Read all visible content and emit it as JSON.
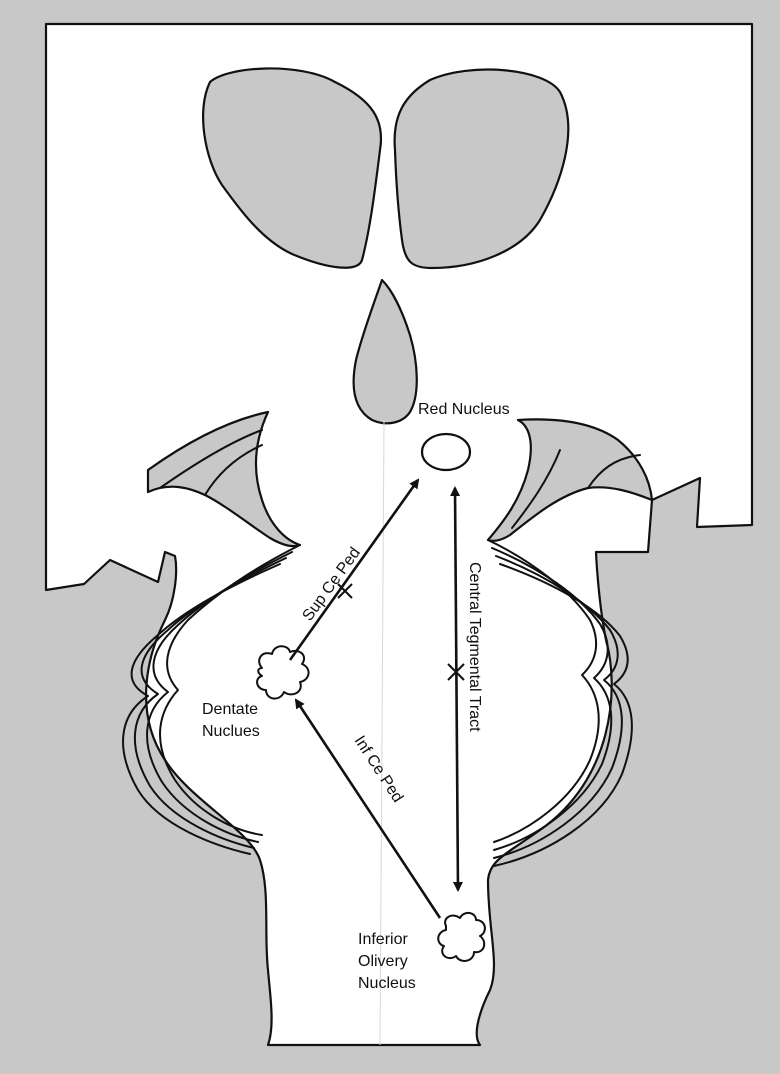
{
  "labels": {
    "red_nucleus": "Red Nucleus",
    "dentate_line1": "Dentate",
    "dentate_line2": "Nuclues",
    "inferior_line1": "Inferior",
    "inferior_line2": "Olivery",
    "inferior_line3": "Nucleus",
    "sup_ce_ped": "Sup Ce Ped",
    "inf_ce_ped": "Inf Ce Ped",
    "central_tegmental": "Central Tegmental Tract"
  },
  "lesion_marks": [
    "sup-ce-ped-lesion",
    "central-tegmental-lesion"
  ],
  "colors": {
    "background": "#c8c8c8",
    "tissue": "#ffffff",
    "shaded": "#c8c8c8",
    "ink": "#111111"
  }
}
